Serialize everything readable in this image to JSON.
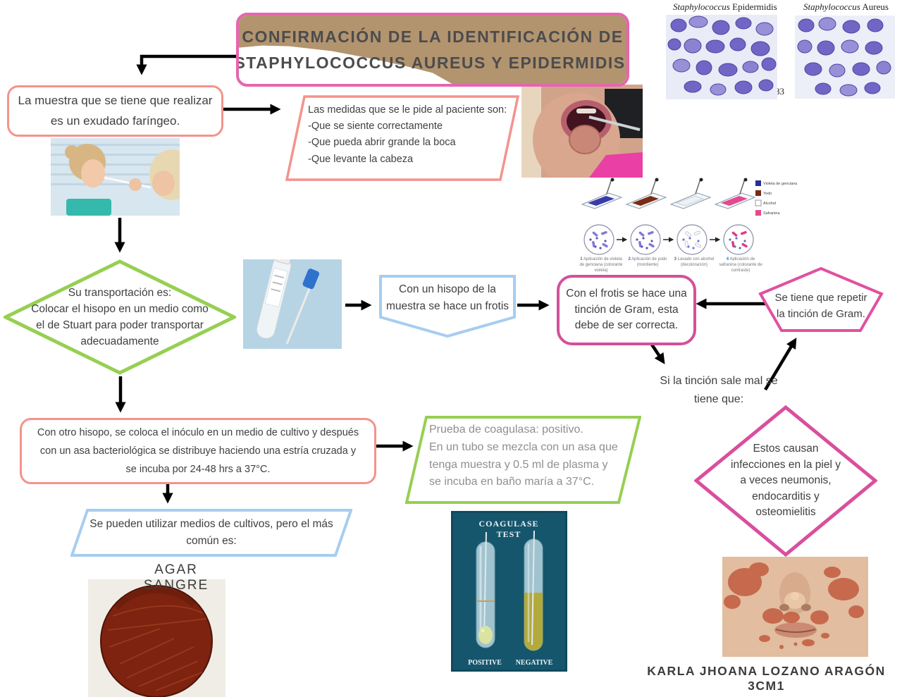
{
  "title": {
    "lines": [
      "CONFIRMACIÓN DE LA IDENTIFICACIÓN DE",
      "STAPHYLOCOCCUS AUREUS Y EPIDERMIDIS."
    ]
  },
  "micrographs": {
    "left": {
      "genus": "Staphylococcus",
      "species": "Epidermidis"
    },
    "right": {
      "genus": "Staphylococcus",
      "species": "Aureus"
    },
    "page_number": "83"
  },
  "flow": {
    "sample_box": {
      "lines": [
        "La muestra que se tiene que realizar",
        "es un exudado faríngeo."
      ]
    },
    "patient_measures": {
      "lines": [
        "Las medidas que se le pide al paciente son:",
        "-Que se siente correctamente",
        "-Que pueda abrir grande la boca",
        "-Que levante la cabeza"
      ]
    },
    "transport_diamond": {
      "lines": [
        "Su transportación es:",
        "Colocar el hisopo en un medio como",
        "el de Stuart para poder transportar",
        "adecuadamente"
      ]
    },
    "smear_banner": {
      "lines": [
        "Con un hisopo de la",
        "muestra se hace un frotis"
      ]
    },
    "gram_box": {
      "lines": [
        "Con el frotis se hace una",
        "tinción de Gram, esta",
        "debe de ser correcta."
      ]
    },
    "repeat_pentagon": {
      "lines": [
        "Se tiene que repetir",
        "la tinción de Gram."
      ]
    },
    "bad_stain_note": {
      "lines": [
        "Si la tinción sale mal se",
        "tiene que:"
      ]
    },
    "culture_box": {
      "lines": [
        "Con otro hisopo, se coloca el inóculo en un medio de cultivo y después",
        "con un asa bacteriológica se distribuye haciendo una estría cruzada y",
        "se incuba por 24-48 hrs a 37°C."
      ]
    },
    "coagulase_parallelogram": {
      "lines": [
        "Prueba de coagulasa: positivo.",
        "En un tubo se mezcla con un asa que",
        "tenga muestra y 0.5 ml de plasma y",
        "se incuba en baño maría a 37°C."
      ]
    },
    "infections_diamond": {
      "lines": [
        "Estos causan",
        "infecciones en la piel y",
        "a veces neumonis,",
        "endocarditis y",
        "osteomielitis"
      ]
    },
    "media_parallelogram": {
      "lines": [
        "Se pueden utilizar medios de cultivos, pero el más",
        "común es:"
      ]
    },
    "agar_label": "AGAR SANGRE"
  },
  "gram_figure": {
    "legend": [
      {
        "label": "Violeta de genciana",
        "color": "#2b2ba0"
      },
      {
        "label": "Yodo",
        "color": "#7a2a12"
      },
      {
        "label": "Alcohol",
        "color": "#ffffff"
      },
      {
        "label": "Safranina",
        "color": "#e34a8c"
      }
    ],
    "steps": [
      {
        "num": "1",
        "caption": "Aplicación de violeta de genciana (colorante violeta)"
      },
      {
        "num": "2",
        "caption": "Aplicación de yodo (mordiente)"
      },
      {
        "num": "3",
        "caption": "Lavado con alcohol (decoloración)"
      },
      {
        "num": "4",
        "caption": "Aplicación de safranina (colorante de contraste)"
      }
    ]
  },
  "coagulase_photo": {
    "title_lines": [
      "COAGULASE",
      "TEST"
    ],
    "positive": "POSITIVE",
    "negative": "NEGATIVE"
  },
  "signature": "KARLA JHOANA LOZANO ARAGÓN 3CM1",
  "colors": {
    "title_border": "#e566ae",
    "kraft_paper": "#b2946f",
    "salmon": "#f4938c",
    "green": "#97cf52",
    "light_blue": "#a7cdf0",
    "magenta": "#d4509a",
    "arrow": "#000000",
    "pink_arrow": "#e0459a"
  }
}
